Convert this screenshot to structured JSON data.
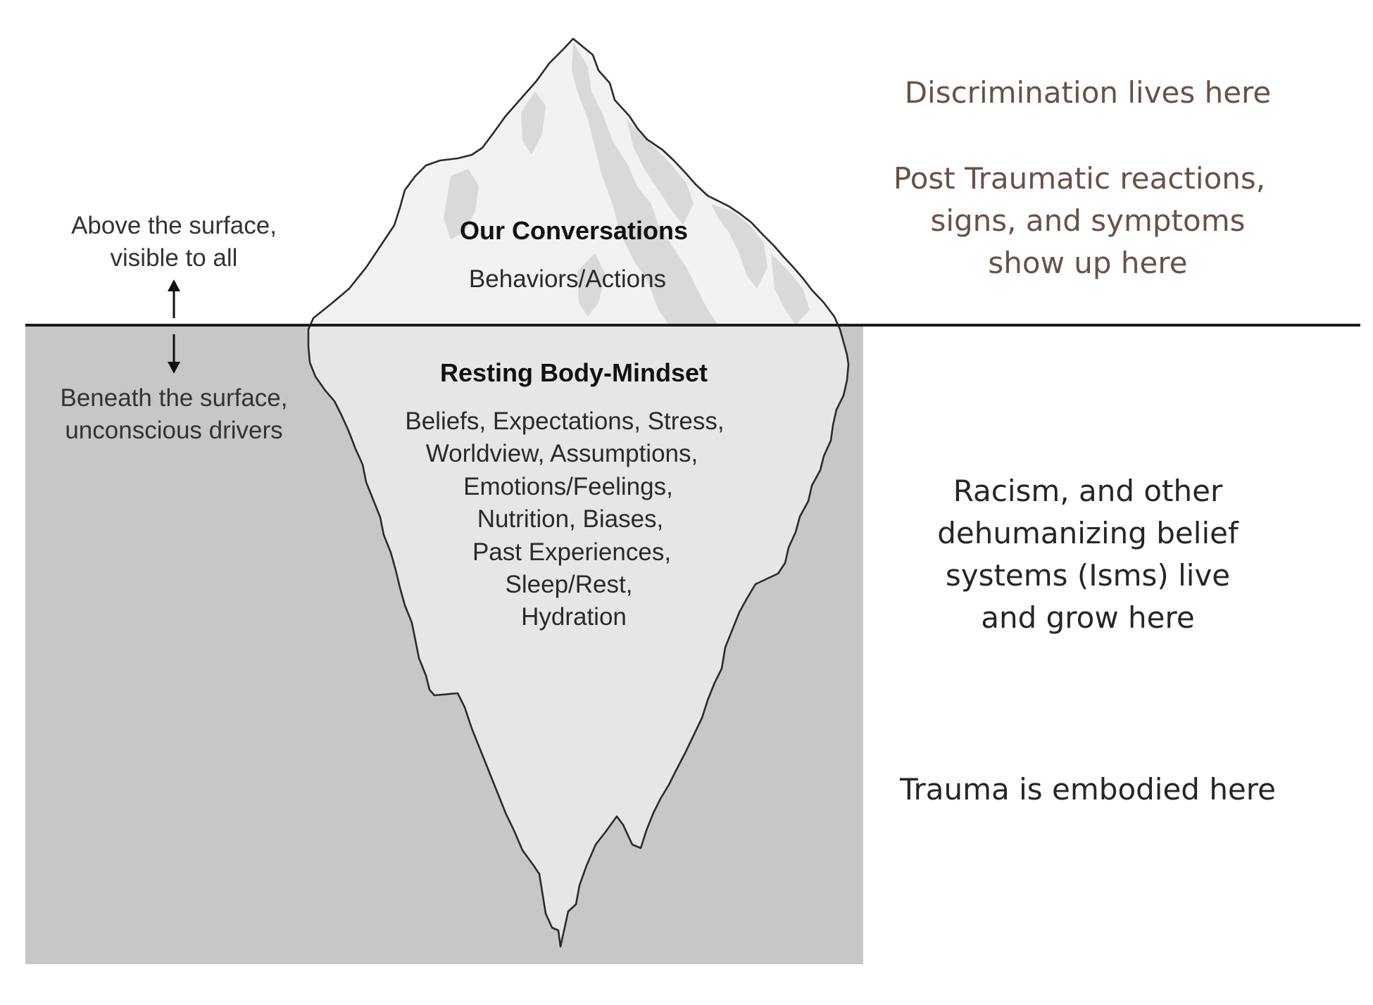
{
  "diagram": {
    "surface_label_above": [
      "Above the surface,",
      "visible to all"
    ],
    "surface_label_below": [
      "Beneath the surface,",
      "unconscious drivers"
    ],
    "tip": {
      "heading": "Our Conversations",
      "subheading": "Behaviors/Actions"
    },
    "base": {
      "heading": "Resting Body-Mindset",
      "lines": [
        "Beliefs, Expectations, Stress,",
        "Worldview, Assumptions,",
        "Emotions/Feelings,",
        "Nutrition, Biases,",
        "Past Experiences,",
        "Sleep/Rest,",
        "Hydration"
      ]
    }
  },
  "annotations": {
    "discrimination": [
      "Discrimination lives here"
    ],
    "post_traumatic": [
      "Post Traumatic reactions,",
      "signs, and symptoms",
      "show up here"
    ],
    "racism": [
      "Racism, and other",
      "dehumanizing belief",
      "systems (Isms) live",
      "and grow here"
    ],
    "trauma": [
      "Trauma is embodied here"
    ]
  },
  "colors": {
    "water": "#c7c7c7",
    "ice_above": "#f2f2f2",
    "ice_below": "#e6e6e6",
    "ice_shade": "#d9d9d9",
    "outline": "#2b2b2b",
    "annotation_brown": "#6b5048",
    "annotation_dark": "#262626"
  }
}
